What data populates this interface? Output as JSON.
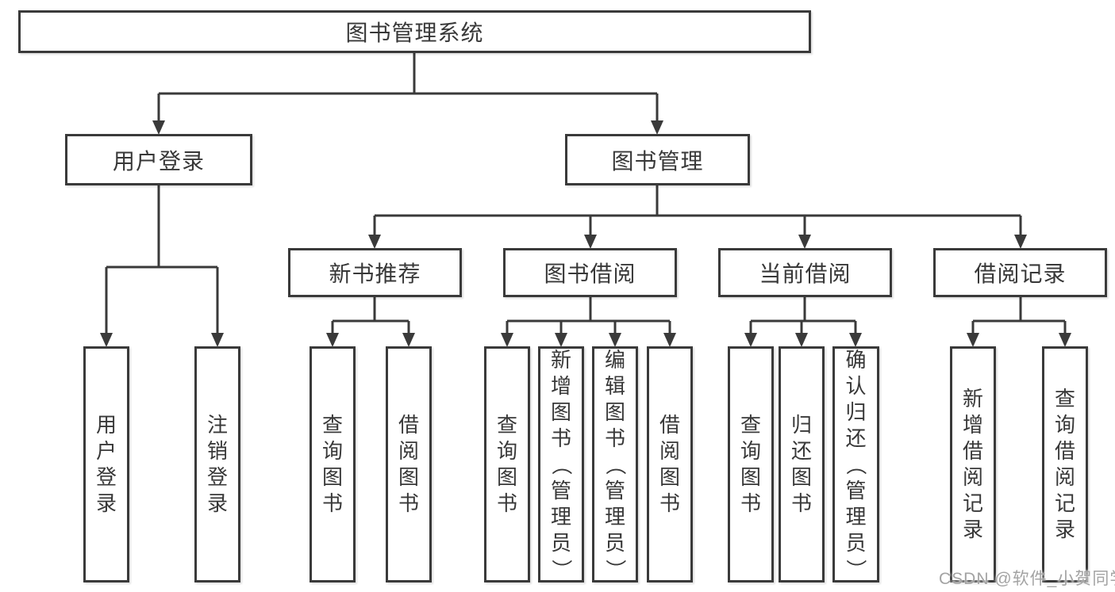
{
  "root": {
    "label": "图书管理系统"
  },
  "branches": {
    "user": {
      "label": "用户登录",
      "leaves": [
        {
          "label": "用户登录"
        },
        {
          "label": "注销登录"
        }
      ]
    },
    "book": {
      "label": "图书管理",
      "groups": [
        {
          "label": "新书推荐",
          "leaves": [
            {
              "label": "查询图书"
            },
            {
              "label": "借阅图书"
            }
          ]
        },
        {
          "label": "图书借阅",
          "leaves": [
            {
              "label": "查询图书"
            },
            {
              "label": "新增图书（管理员）"
            },
            {
              "label": "编辑图书（管理员）"
            },
            {
              "label": "借阅图书"
            }
          ]
        },
        {
          "label": "当前借阅",
          "leaves": [
            {
              "label": "查询图书"
            },
            {
              "label": "归还图书"
            },
            {
              "label": "确认归还（管理员）"
            }
          ]
        },
        {
          "label": "借阅记录",
          "leaves": [
            {
              "label": "新增借阅记录"
            },
            {
              "label": "查询借阅记录"
            }
          ]
        }
      ]
    }
  },
  "watermark": {
    "text": "CSDN @软件_小贺同学"
  },
  "colors": {
    "line": "#3a3a3a",
    "text": "#383838",
    "watermark": "#a3a3a3",
    "background": "#ffffff"
  }
}
